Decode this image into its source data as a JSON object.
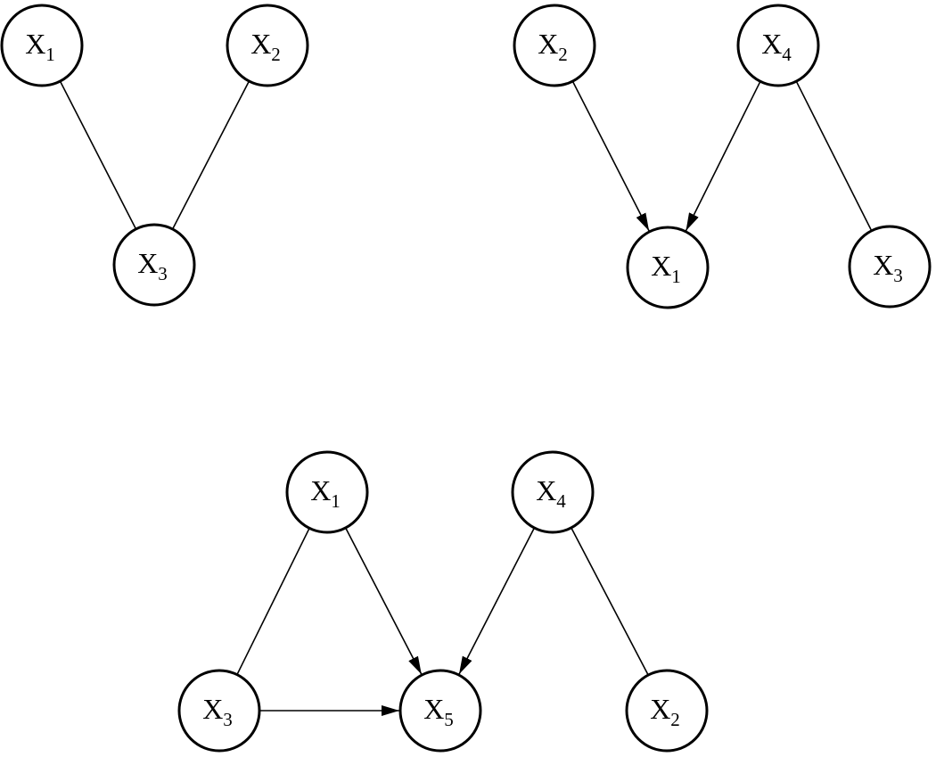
{
  "graphs": [
    {
      "nodes": [
        {
          "id": "a1",
          "base": "X",
          "sub": "1"
        },
        {
          "id": "a2",
          "base": "X",
          "sub": "2"
        },
        {
          "id": "a3",
          "base": "X",
          "sub": "3"
        }
      ],
      "edges": [
        {
          "from": "a1",
          "to": "a3",
          "directed": false
        },
        {
          "from": "a2",
          "to": "a3",
          "directed": false
        }
      ]
    },
    {
      "nodes": [
        {
          "id": "b2",
          "base": "X",
          "sub": "2"
        },
        {
          "id": "b4",
          "base": "X",
          "sub": "4"
        },
        {
          "id": "b1",
          "base": "X",
          "sub": "1"
        },
        {
          "id": "b3",
          "base": "X",
          "sub": "3"
        }
      ],
      "edges": [
        {
          "from": "b2",
          "to": "b1",
          "directed": true
        },
        {
          "from": "b4",
          "to": "b1",
          "directed": true
        },
        {
          "from": "b4",
          "to": "b3",
          "directed": false
        }
      ]
    },
    {
      "nodes": [
        {
          "id": "c1",
          "base": "X",
          "sub": "1"
        },
        {
          "id": "c4",
          "base": "X",
          "sub": "4"
        },
        {
          "id": "c3",
          "base": "X",
          "sub": "3"
        },
        {
          "id": "c5",
          "base": "X",
          "sub": "5"
        },
        {
          "id": "c2",
          "base": "X",
          "sub": "2"
        }
      ],
      "edges": [
        {
          "from": "c1",
          "to": "c3",
          "directed": false
        },
        {
          "from": "c1",
          "to": "c5",
          "directed": true
        },
        {
          "from": "c4",
          "to": "c5",
          "directed": true
        },
        {
          "from": "c4",
          "to": "c2",
          "directed": false
        },
        {
          "from": "c3",
          "to": "c5",
          "directed": true
        }
      ]
    }
  ],
  "colors": {
    "stroke": "#000000",
    "fill": "#ffffff"
  }
}
